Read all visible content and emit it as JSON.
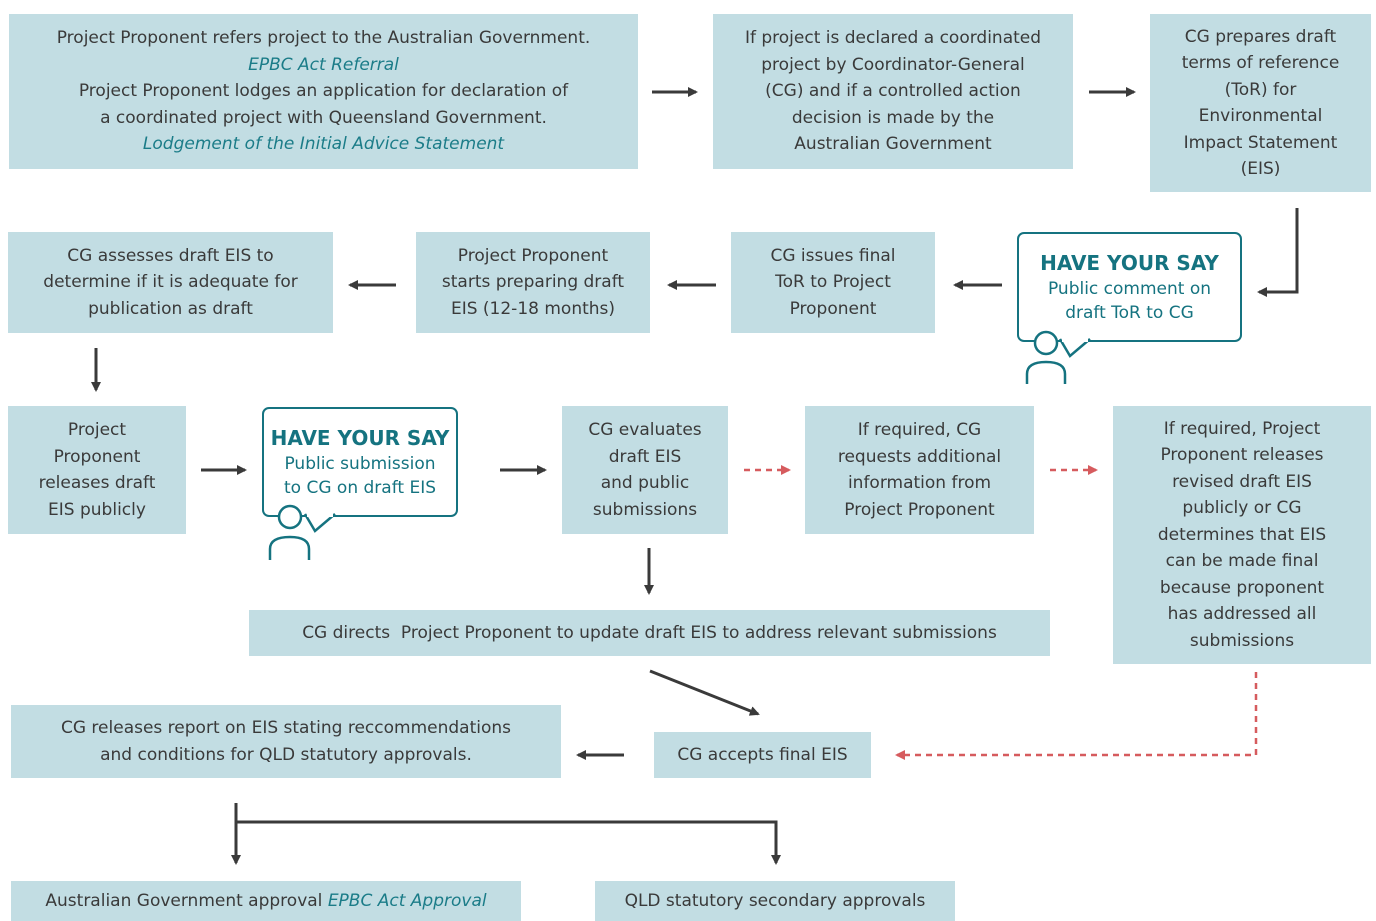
{
  "colors": {
    "box_fill": "#c2dde3",
    "accent_teal": "#157380",
    "arrow_dark": "#3a3a3a",
    "arrow_dashed_red": "#d65b5e"
  },
  "boxes": {
    "referral": {
      "line1": "Project Proponent refers project to the Australian Government.",
      "line2": "EPBC Act Referral",
      "line3": "Project Proponent lodges an application for declaration of",
      "line4": "a coordinated project with Queensland Government.",
      "line5": "Lodgement of the Initial Advice Statement"
    },
    "declared": [
      "If project is declared a coordinated",
      "project by Coordinator-General",
      "(CG) and if a controlled action",
      "decision is made by the",
      "Australian Government"
    ],
    "draft_tor": [
      "CG prepares draft",
      "terms of reference",
      "(ToR) for",
      "Environmental",
      "Impact Statement",
      "(EIS)"
    ],
    "final_tor": [
      "CG issues final",
      "ToR to Project",
      "Proponent"
    ],
    "preparing": [
      "Project Proponent",
      "starts preparing draft",
      "EIS (12-18 months)"
    ],
    "assesses": [
      "CG assesses draft EIS to",
      "determine if it is adequate for",
      "publication as draft"
    ],
    "releases": [
      "Project",
      "Proponent",
      "releases draft",
      "EIS publicly"
    ],
    "evaluates": [
      "CG evaluates",
      "draft EIS",
      "and public",
      "submissions"
    ],
    "additional_info": [
      "If required, CG",
      "requests additional",
      "information from",
      "Project Proponent"
    ],
    "revised": [
      "If required, Project",
      "Proponent releases",
      "revised draft EIS",
      "publicly or CG",
      "determines that EIS",
      "can be made final",
      "because proponent",
      "has addressed all",
      "submissions"
    ],
    "directs": "CG directs  Project Proponent to update draft EIS to address relevant submissions",
    "report": [
      "CG releases report on EIS stating reccommendations",
      "and conditions for QLD statutory approvals."
    ],
    "accepts": "CG accepts final EIS",
    "aus_approval": {
      "text": "Australian Government approval",
      "italic": "EPBC Act Approval"
    },
    "qld_approvals": "QLD statutory secondary approvals"
  },
  "have_your_say": {
    "tor": {
      "heading": "HAVE YOUR SAY",
      "body": [
        "Public comment on",
        "draft ToR to CG"
      ]
    },
    "eis": {
      "heading": "HAVE YOUR SAY",
      "body": [
        "Public submission",
        "to CG on draft EIS"
      ]
    }
  }
}
